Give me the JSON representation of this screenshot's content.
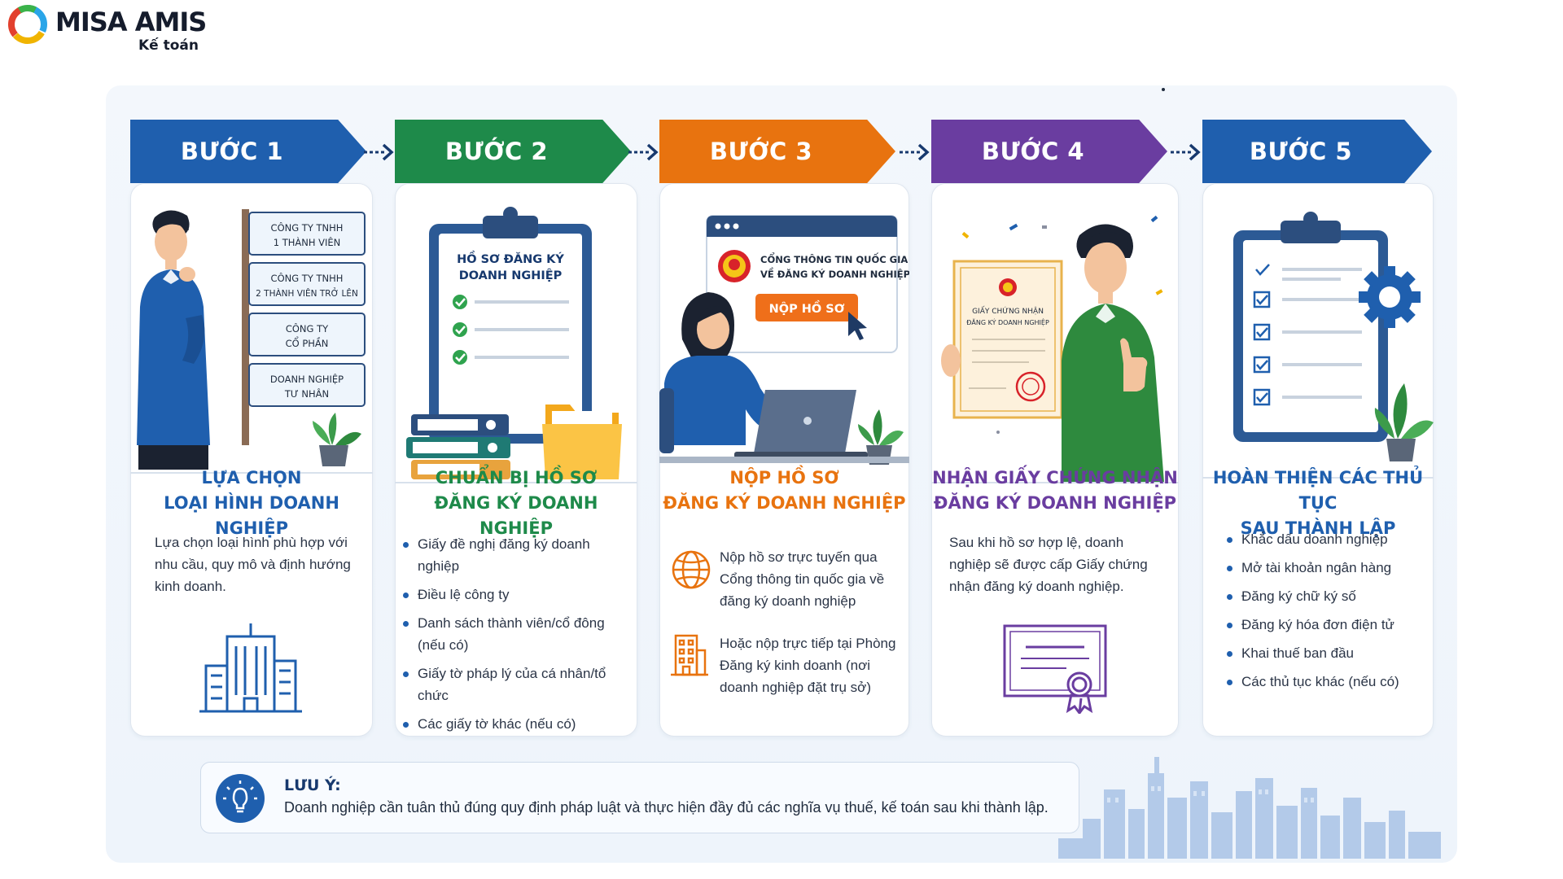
{
  "brand": {
    "name": "MISA AMIS",
    "sub": "Kế toán"
  },
  "colors": {
    "blue": "#1f5fae",
    "green": "#1e8a4a",
    "orange": "#e8730f",
    "purple": "#6a3da0",
    "navy": "#17396e"
  },
  "steps": [
    {
      "label": "BƯỚC 1",
      "color": "#1f5fae",
      "title": [
        "LỰA CHỌN",
        "LOẠI HÌNH DOANH NGHIỆP"
      ],
      "desc": "Lựa chọn loại hình phù hợp với nhu cầu, quy mô và định hướng kinh doanh.",
      "signs": [
        [
          "CÔNG TY TNHH",
          "1 THÀNH VIÊN"
        ],
        [
          "CÔNG TY TNHH",
          "2 THÀNH VIÊN TRỞ LÊN"
        ],
        [
          "CÔNG TY",
          "CỔ PHẦN"
        ],
        [
          "DOANH NGHIỆP",
          "TƯ NHÂN"
        ]
      ]
    },
    {
      "label": "BƯỚC 2",
      "color": "#1e8a4a",
      "title": [
        "CHUẨN BỊ HỒ SƠ",
        "ĐĂNG KÝ DOANH NGHIỆP"
      ],
      "clipboard": [
        "HỒ SƠ ĐĂNG KÝ",
        "DOANH NGHIỆP"
      ],
      "bullets": [
        "Giấy đề nghị đăng ký doanh nghiệp",
        "Điều lệ công ty",
        "Danh sách thành viên/cổ đông (nếu có)",
        "Giấy tờ pháp lý của cá nhân/tổ chức",
        "Các giấy tờ khác (nếu có)"
      ]
    },
    {
      "label": "BƯỚC 3",
      "color": "#e8730f",
      "title": [
        "NỘP HỒ SƠ",
        "ĐĂNG KÝ DOANH NGHIỆP"
      ],
      "portal": [
        "CỔNG THÔNG TIN QUỐC GIA",
        "VỀ ĐĂNG KÝ DOANH NGHIỆP"
      ],
      "button": "NỘP HỒ SƠ",
      "online": "Nộp hồ sơ trực tuyến qua Cổng thông tin quốc gia về đăng ký doanh nghiệp",
      "direct": "Hoặc nộp trực tiếp tại Phòng Đăng ký kinh doanh (nơi doanh nghiệp đặt trụ sở)"
    },
    {
      "label": "BƯỚC 4",
      "color": "#6a3da0",
      "title": [
        "NHẬN GIẤY CHỨNG NHẬN",
        "ĐĂNG KÝ DOANH NGHIỆP"
      ],
      "certificate": [
        "GIẤY CHỨNG NHẬN",
        "ĐĂNG KÝ DOANH NGHIỆP"
      ],
      "desc": "Sau khi hồ sơ hợp lệ, doanh nghiệp sẽ được cấp Giấy chứng nhận đăng ký doanh nghiệp."
    },
    {
      "label": "BƯỚC 5",
      "color": "#1f5fae",
      "title": [
        "HOÀN THIỆN CÁC THỦ TỤC",
        "SAU THÀNH LẬP"
      ],
      "bullets": [
        "Khắc dấu doanh nghiệp",
        "Mở tài khoản ngân hàng",
        "Đăng ký chữ ký số",
        "Đăng ký hóa đơn điện tử",
        "Khai thuế ban đầu",
        "Các thủ tục khác (nếu có)"
      ]
    }
  ],
  "note": {
    "label": "LƯU Ý:",
    "text": "Doanh nghiệp cần tuân thủ đúng quy định pháp luật và thực hiện đầy đủ các nghĩa vụ thuế, kế toán sau khi thành lập."
  }
}
